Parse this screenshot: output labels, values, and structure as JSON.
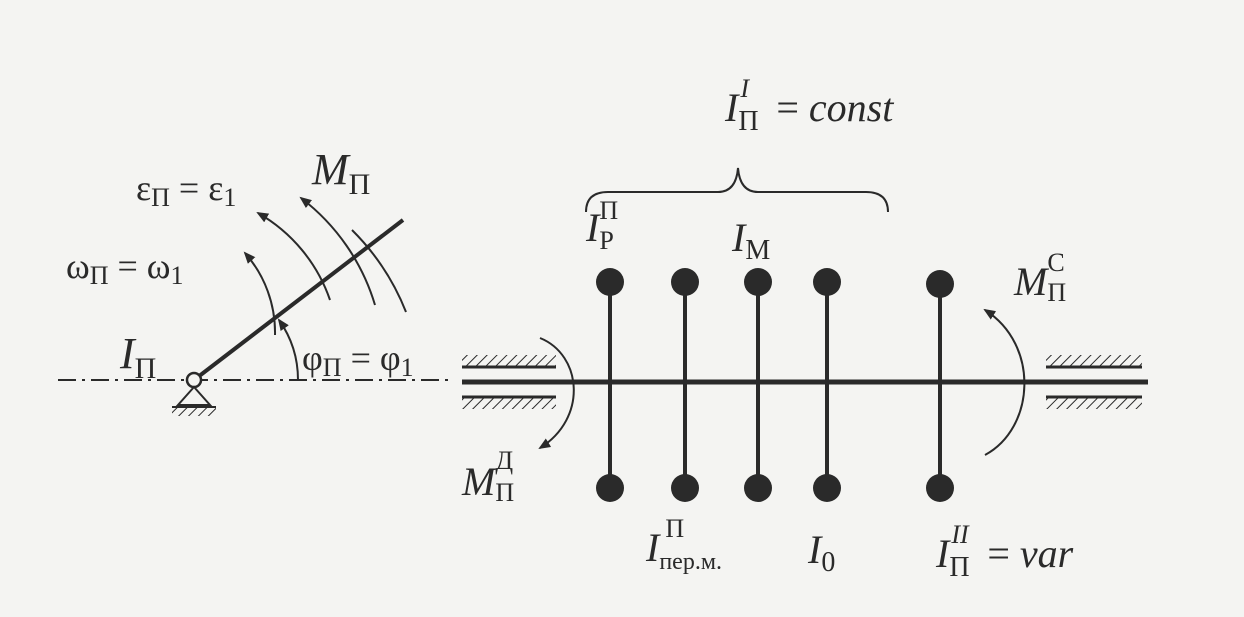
{
  "diagram": {
    "left": {
      "epsilon": {
        "sym": "ε",
        "sub": "П",
        "eq": "=",
        "rhs_sym": "ε",
        "rhs_sub": "1"
      },
      "omega": {
        "sym": "ω",
        "sub": "П",
        "eq": "=",
        "rhs_sym": "ω",
        "rhs_sub": "1"
      },
      "moment": {
        "sym": "M",
        "sub": "П"
      },
      "inertia": {
        "sym": "I",
        "sub": "П"
      },
      "phi": {
        "sym": "φ",
        "sub": "П",
        "eq": "=",
        "rhs_sym": "φ",
        "rhs_sub": "1"
      }
    },
    "right": {
      "const_group": {
        "sym": "I",
        "sup": "I",
        "sub": "П",
        "eq": "=",
        "rhs": "const"
      },
      "rotor": {
        "sym": "I",
        "sup": "П",
        "sub": "Р"
      },
      "motor": {
        "sym": "I",
        "sub": "М"
      },
      "transmission": {
        "sym": "I",
        "sup": "П",
        "sub": "пер.м."
      },
      "zero": {
        "sym": "I",
        "sub": "0"
      },
      "var_group": {
        "sym": "I",
        "sup": "II",
        "sub": "П",
        "eq": "=",
        "rhs": "var"
      },
      "drive_moment": {
        "sym": "M",
        "sup": "Д",
        "sub": "П"
      },
      "resist_moment": {
        "sym": "M",
        "sup": "С",
        "sub": "П"
      }
    }
  }
}
